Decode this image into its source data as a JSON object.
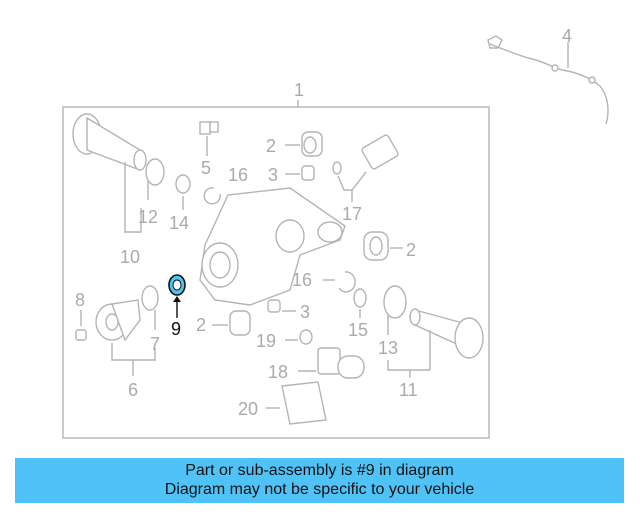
{
  "diagram": {
    "labels": {
      "l1": "1",
      "l2a": "2",
      "l2b": "2",
      "l2c": "2",
      "l3a": "3",
      "l3b": "3",
      "l4": "4",
      "l5": "5",
      "l6": "6",
      "l7": "7",
      "l8": "8",
      "l9": "9",
      "l10": "10",
      "l11": "11",
      "l12": "12",
      "l13": "13",
      "l14": "14",
      "l15": "15",
      "l16a": "16",
      "l16b": "16",
      "l17": "17",
      "l18": "18",
      "l19": "19",
      "l20": "20"
    },
    "highlight_part": "9",
    "colors": {
      "highlight": "#4fc3f7",
      "parts": "#b4b4b4",
      "banner": "#4fc3f7"
    }
  },
  "banner": {
    "line1": "Part or sub-assembly is #9 in diagram",
    "line2": "Diagram may not be specific to your vehicle"
  }
}
